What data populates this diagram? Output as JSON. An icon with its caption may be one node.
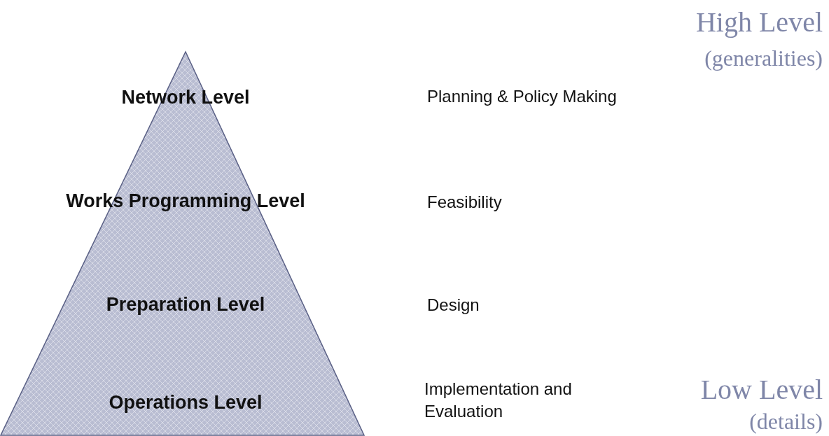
{
  "diagram": {
    "nodes": [
      {
        "text": [
          "Network Level",
          "Works Programming Level",
          "Preparation Level",
          "Operations Level"
        ]
      }
    ],
    "labels": [
      "High Level",
      "(generalities)",
      "Planning & Policy Making",
      "Feasibility",
      "Design",
      "Implementation and Evaluation",
      "Low Level",
      "(details)"
    ]
  }
}
